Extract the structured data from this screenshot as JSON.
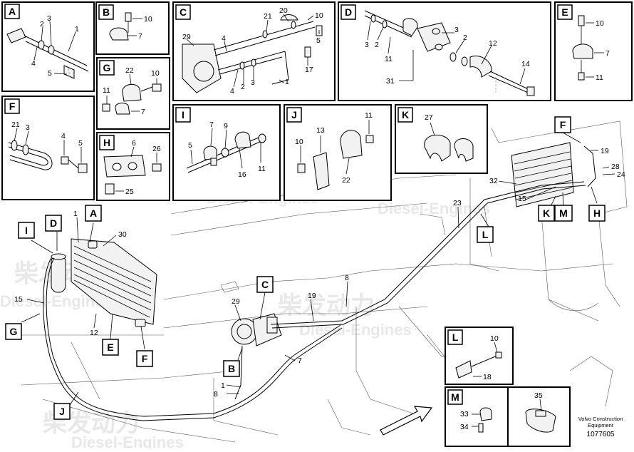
{
  "detail_tags": [
    "A",
    "B",
    "C",
    "D",
    "E",
    "F",
    "G",
    "H",
    "I",
    "J",
    "K",
    "L",
    "M"
  ],
  "panels": {
    "A": {
      "label": "A",
      "numbers": [
        "2",
        "3",
        "1",
        "4",
        "5"
      ]
    },
    "B": {
      "label": "B",
      "numbers": [
        "10",
        "7"
      ]
    },
    "C": {
      "label": "C",
      "numbers": [
        "21",
        "20",
        "10",
        "5",
        "29",
        "4",
        "17",
        "4",
        "2",
        "3",
        "1"
      ]
    },
    "D": {
      "label": "D",
      "numbers": [
        "3",
        "2",
        "3",
        "2",
        "11",
        "12",
        "14",
        "31"
      ]
    },
    "E": {
      "label": "E",
      "numbers": [
        "10",
        "7",
        "11"
      ]
    },
    "F": {
      "label": "F",
      "numbers": [
        "21",
        "3",
        "4",
        "5"
      ]
    },
    "G": {
      "label": "G",
      "numbers": [
        "22",
        "10",
        "11",
        "7"
      ]
    },
    "H": {
      "label": "H",
      "numbers": [
        "6",
        "26",
        "25"
      ]
    },
    "I": {
      "label": "I",
      "numbers": [
        "7",
        "9",
        "5",
        "16",
        "11"
      ]
    },
    "J": {
      "label": "J",
      "numbers": [
        "13",
        "11",
        "10",
        "22"
      ]
    },
    "K": {
      "label": "K",
      "numbers": [
        "27"
      ]
    },
    "L": {
      "label": "L",
      "numbers": [
        "10",
        "18"
      ]
    },
    "M": {
      "label": "M",
      "numbers": [
        "35",
        "33",
        "34"
      ]
    }
  },
  "main": {
    "numbers": [
      "1",
      "30",
      "15",
      "12",
      "29",
      "8",
      "19",
      "7",
      "1",
      "8",
      "23",
      "32",
      "15",
      "19",
      "28",
      "24"
    ],
    "tags": [
      "I",
      "D",
      "A",
      "G",
      "E",
      "F",
      "C",
      "B",
      "J",
      "F",
      "K",
      "M",
      "H",
      "L"
    ]
  },
  "footer": {
    "company_line1": "Volvo Construction",
    "company_line2": "Equipment",
    "doc_number": "1077605"
  },
  "watermark": {
    "chinese": "柴发动力",
    "english": "Diesel-Engines"
  }
}
